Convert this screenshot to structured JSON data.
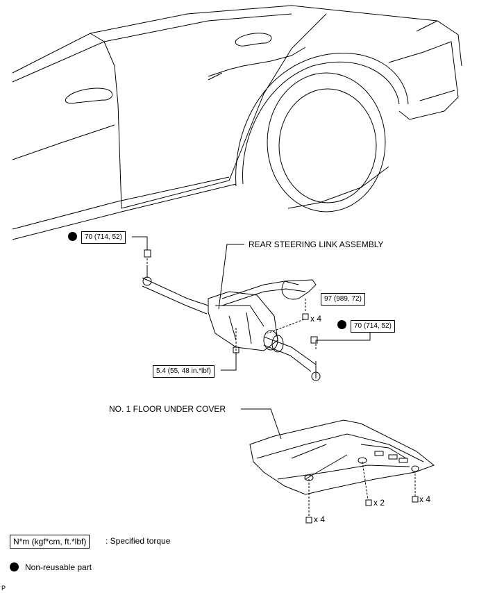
{
  "diagram": {
    "rear_steering_link_label": "REAR STEERING LINK ASSEMBLY",
    "floor_under_cover_label": "NO. 1 FLOOR UNDER COVER",
    "torque_upper_left": "70 (714, 52)",
    "torque_right_bolts": "97 (989, 72)",
    "torque_right_nut": "70 (714, 52)",
    "torque_lower": "5.4 (55, 48 in.*lbf)",
    "qty_bolts_right": "x 4",
    "qty_cover_left": "x 4",
    "qty_cover_mid": "x 2",
    "qty_cover_right": "x 4"
  },
  "legend": {
    "torque_unit_box": "N*m (kgf*cm, ft.*lbf)",
    "torque_desc": ": Specified torque",
    "nonreusable_desc": "Non-reusable part"
  },
  "footer": {
    "code": "P"
  }
}
